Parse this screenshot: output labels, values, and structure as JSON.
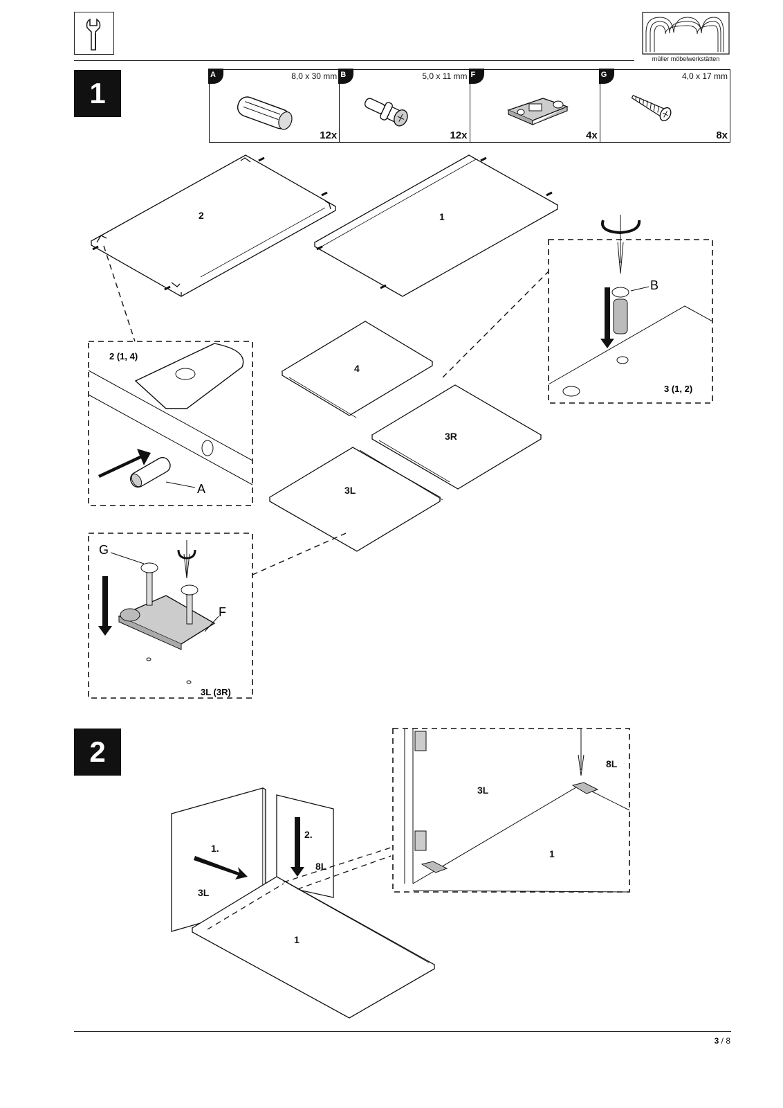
{
  "header": {
    "tool_icon": "wrench-screwdriver-icon",
    "logo_icon": "muller-logo-icon",
    "logo_text": "müller möbelwerkstätten"
  },
  "steps": [
    {
      "number": "1"
    },
    {
      "number": "2"
    }
  ],
  "parts": [
    {
      "letter": "A",
      "dimension": "8,0 x 30 mm",
      "quantity": "12x",
      "icon": "dowel-icon"
    },
    {
      "letter": "B",
      "dimension": "5,0 x 11 mm",
      "quantity": "12x",
      "icon": "cam-bolt-icon"
    },
    {
      "letter": "F",
      "dimension": "",
      "quantity": "4x",
      "icon": "hinge-plate-icon"
    },
    {
      "letter": "G",
      "dimension": "4,0 x 17 mm",
      "quantity": "8x",
      "icon": "screw-icon"
    }
  ],
  "step1": {
    "panels": {
      "p2": "2",
      "p1": "1",
      "p4": "4",
      "p3R": "3R",
      "p3L": "3L"
    },
    "detail_dowel": {
      "label": "2 (1, 4)",
      "part": "A"
    },
    "detail_cam": {
      "label": "3 (1, 2)",
      "part": "B"
    },
    "detail_hinge": {
      "label": "3L (3R)",
      "screw": "G",
      "plate": "F"
    }
  },
  "step2": {
    "panels": {
      "p3L": "3L",
      "p8L": "8L",
      "p1": "1"
    },
    "arrows": {
      "first": "1.",
      "second": "2."
    },
    "detail": {
      "p3L": "3L",
      "p8L": "8L",
      "p1": "1"
    }
  },
  "footer": {
    "page_current": "3",
    "page_total": "8"
  }
}
